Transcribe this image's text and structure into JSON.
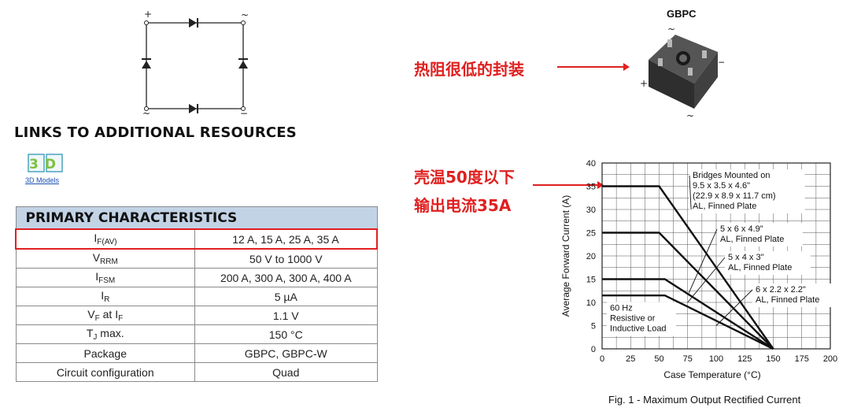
{
  "circuit": {
    "terminals": {
      "top_left": "+",
      "top_right": "~",
      "bottom_left": "~",
      "bottom_right": "−"
    }
  },
  "links": {
    "title": "LINKS TO ADDITIONAL RESOURCES",
    "models_icon_text": "3D",
    "models_label": "3D Models"
  },
  "table": {
    "title": "PRIMARY CHARACTERISTICS",
    "rows": [
      {
        "symbol": "I",
        "sub": "F(AV)",
        "symbol_tail": "",
        "sub2": "",
        "value": "12 A, 15 A, 25 A, 35 A"
      },
      {
        "symbol": "V",
        "sub": "RRM",
        "symbol_tail": "",
        "sub2": "",
        "value": "50 V to 1000 V"
      },
      {
        "symbol": "I",
        "sub": "FSM",
        "symbol_tail": "",
        "sub2": "",
        "value": "200 A, 300 A, 300 A, 400 A"
      },
      {
        "symbol": "I",
        "sub": "R",
        "symbol_tail": "",
        "sub2": "",
        "value": "5 µA"
      },
      {
        "symbol": "V",
        "sub": "F",
        "symbol_tail": " at I",
        "sub2": "F",
        "value": "1.1 V"
      },
      {
        "symbol": "T",
        "sub": "J",
        "symbol_tail": " max.",
        "sub2": "",
        "value": "150 °C"
      },
      {
        "symbol": "Package",
        "sub": "",
        "symbol_tail": "",
        "sub2": "",
        "value": "GBPC, GBPC-W"
      },
      {
        "symbol": "Circuit configuration",
        "sub": "",
        "symbol_tail": "",
        "sub2": "",
        "value": "Quad"
      }
    ]
  },
  "package": {
    "label": "GBPC",
    "pins": {
      "top": "~",
      "right": "−",
      "left": "+",
      "bottom": "~"
    }
  },
  "annotations": {
    "package_note": "热阻很低的封装",
    "temp_note_line1": "壳温50度以下",
    "temp_note_line2": "输出电流35A",
    "colors": {
      "highlight": "#e02020"
    }
  },
  "chart_data": {
    "type": "line",
    "xlabel": "Case Temperature (°C)",
    "ylabel": "Average Forward Current (A)",
    "xlim": [
      0,
      200
    ],
    "ylim": [
      0,
      40
    ],
    "xticks": [
      0,
      25,
      50,
      75,
      100,
      125,
      150,
      175,
      200
    ],
    "yticks": [
      0,
      5,
      10,
      15,
      20,
      25,
      30,
      35,
      40
    ],
    "grid": true,
    "series": [
      {
        "label_lines": [
          "Bridges Mounted on",
          "9.5 x 3.5 x 4.6\"",
          "(22.9 x 8.9 x 11.7 cm)",
          "AL, Finned Plate"
        ],
        "x": [
          0,
          50,
          150
        ],
        "y": [
          35,
          35,
          0
        ]
      },
      {
        "label_lines": [
          "5 x 6 x 4.9\"",
          "AL, Finned Plate"
        ],
        "x": [
          0,
          50,
          150
        ],
        "y": [
          25,
          25,
          0
        ]
      },
      {
        "label_lines": [
          "5 x 4 x 3\"",
          "AL, Finned Plate"
        ],
        "x": [
          0,
          55,
          150
        ],
        "y": [
          15,
          15,
          0
        ]
      },
      {
        "label_lines": [
          "6 x 2.2 x 2.2\"",
          "AL, Finned Plate"
        ],
        "x": [
          0,
          55,
          150
        ],
        "y": [
          11.5,
          11.5,
          0
        ]
      }
    ],
    "annotation_lines": [
      "60 Hz",
      "Resistive or",
      "Inductive Load"
    ],
    "caption": "Fig. 1 - Maximum Output Rectified Current"
  }
}
